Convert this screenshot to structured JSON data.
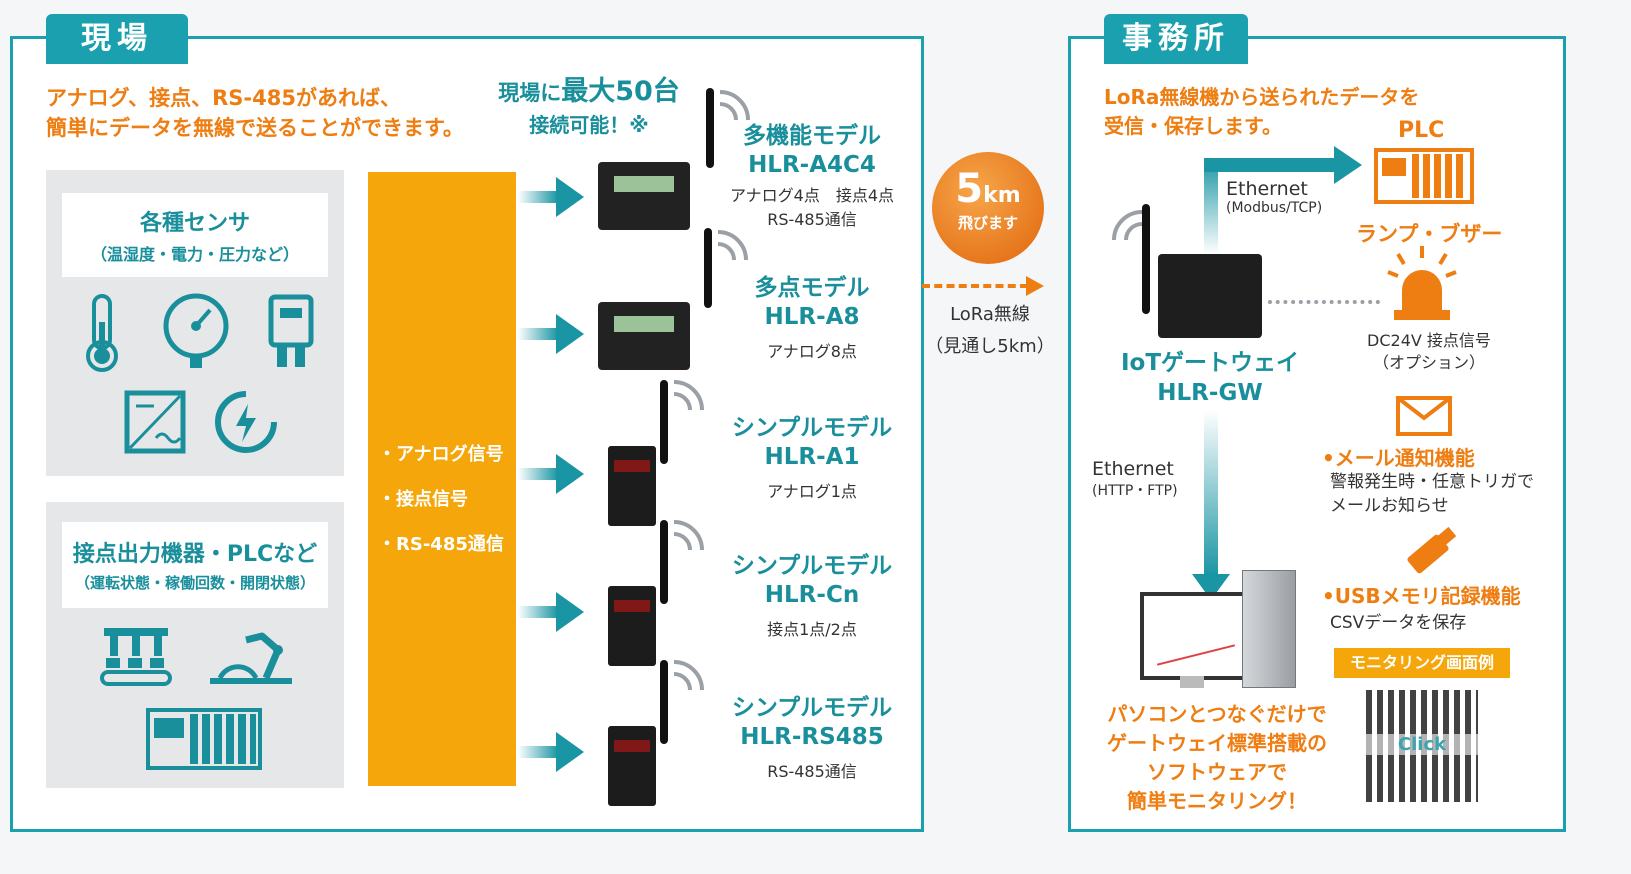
{
  "field": {
    "tab": "現場",
    "intro": [
      "アナログ、接点、RS-485があれば、",
      "簡単にデータを無線で送ることができます。"
    ],
    "max_line1_pre": "現場に",
    "max_line1_strong": "最大50台",
    "max_line2": "接続可能！※",
    "sensors_title": "各種センサ",
    "sensors_sub": "（温湿度・電力・圧力など）",
    "plc_title": "接点出力機器・PLCなど",
    "plc_sub": "（運転状態・稼働回数・開閉状態）",
    "signals": [
      "・アナログ信号",
      "・接点信号",
      "・RS-485通信"
    ]
  },
  "models": [
    {
      "name": "多機能モデル",
      "code": "HLR-A4C4",
      "desc1": "アナログ4点　接点4点",
      "desc2": "RS-485通信"
    },
    {
      "name": "多点モデル",
      "code": "HLR-A8",
      "desc1": "アナログ8点",
      "desc2": ""
    },
    {
      "name": "シンプルモデル",
      "code": "HLR-A1",
      "desc1": "アナログ1点",
      "desc2": ""
    },
    {
      "name": "シンプルモデル",
      "code": "HLR-Cn",
      "desc1": "接点1点/2点",
      "desc2": ""
    },
    {
      "name": "シンプルモデル",
      "code": "HLR-RS485",
      "desc1": "RS-485通信",
      "desc2": ""
    }
  ],
  "link": {
    "badge_number": "5",
    "badge_unit": "km",
    "badge_text": "飛びます",
    "lora": "LoRa無線",
    "range": "（見通し5km）"
  },
  "office": {
    "tab": "事務所",
    "intro": [
      "LoRa無線機から送られたデータを",
      "受信・保存します。"
    ],
    "plc": "PLC",
    "ethernet1": "Ethernet",
    "ethernet1_sub": "(Modbus/TCP)",
    "lamp": "ランプ・ブザー",
    "gateway_line1": "IoTゲートウェイ",
    "gateway_line2": "HLR-GW",
    "dc24": "DC24V 接点信号",
    "dc24_sub": "（オプション）",
    "ethernet2": "Ethernet",
    "ethernet2_sub": "(HTTP・FTP)",
    "mail_title": "•メール通知機能",
    "mail_desc1": "警報発生時・任意トリガで",
    "mail_desc2": "メールお知らせ",
    "usb_title": "•USBメモリ記録機能",
    "usb_desc": "CSVデータを保存",
    "monitor_label": "モニタリング画面例",
    "qr_text": "Click",
    "pc_text": [
      "パソコンとつなぐだけで",
      "ゲートウェイ標準搭載の",
      "ソフトウェアで",
      "簡単モニタリング！"
    ]
  }
}
